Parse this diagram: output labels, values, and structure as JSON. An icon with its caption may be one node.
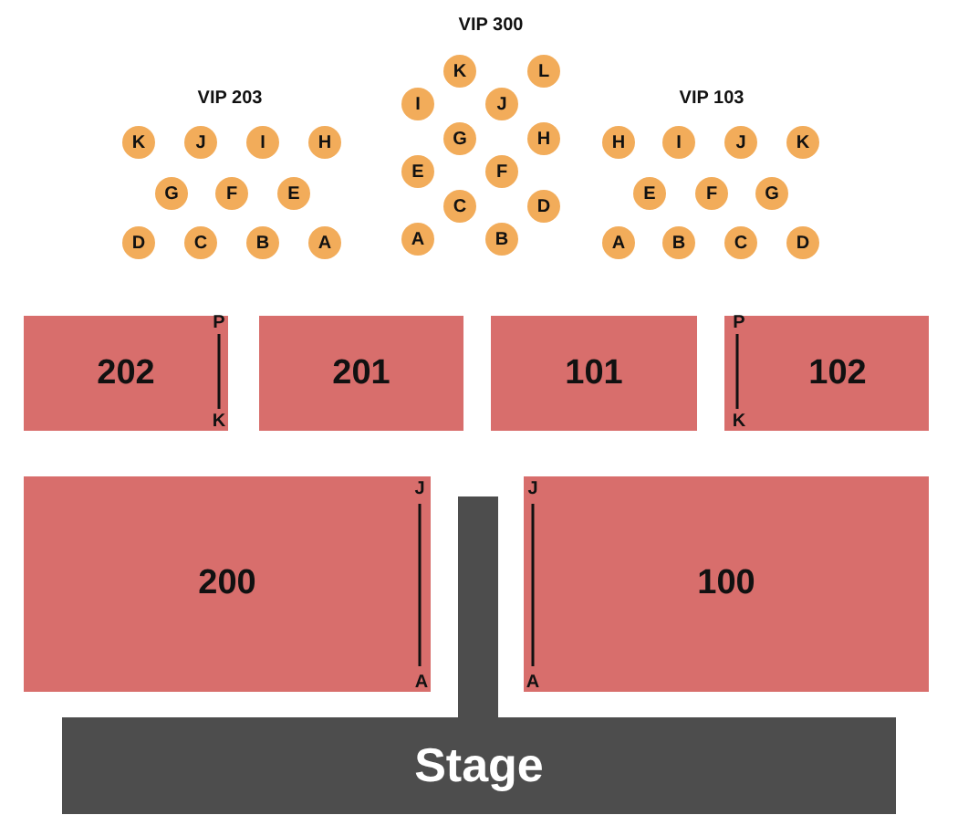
{
  "diagram": {
    "nodes": [
      {
        "text": [
          "K"
        ]
      },
      {
        "text": [
          "J"
        ]
      },
      {
        "text": [
          "I"
        ]
      },
      {
        "text": [
          "H"
        ]
      },
      {
        "text": [
          "G"
        ]
      },
      {
        "text": [
          "F"
        ]
      },
      {
        "text": [
          "E"
        ]
      },
      {
        "text": [
          "D"
        ]
      },
      {
        "text": [
          "C"
        ]
      },
      {
        "text": [
          "B"
        ]
      },
      {
        "text": [
          "A"
        ]
      },
      {
        "text": [
          "K"
        ]
      },
      {
        "text": [
          "L"
        ]
      },
      {
        "text": [
          "I"
        ]
      },
      {
        "text": [
          "J"
        ]
      },
      {
        "text": [
          "G"
        ]
      },
      {
        "text": [
          "H"
        ]
      },
      {
        "text": [
          "E"
        ]
      },
      {
        "text": [
          "F"
        ]
      },
      {
        "text": [
          "C"
        ]
      },
      {
        "text": [
          "D"
        ]
      },
      {
        "text": [
          "A"
        ]
      },
      {
        "text": [
          "B"
        ]
      },
      {
        "text": [
          "H"
        ]
      },
      {
        "text": [
          "I"
        ]
      },
      {
        "text": [
          "J"
        ]
      },
      {
        "text": [
          "K"
        ]
      },
      {
        "text": [
          "E"
        ]
      },
      {
        "text": [
          "F"
        ]
      },
      {
        "text": [
          "G"
        ]
      },
      {
        "text": [
          "A"
        ]
      },
      {
        "text": [
          "B"
        ]
      },
      {
        "text": [
          "C"
        ]
      },
      {
        "text": [
          "D"
        ]
      },
      {
        "text": [
          "202"
        ]
      },
      {
        "text": [
          "201"
        ]
      },
      {
        "text": [
          "101"
        ]
      },
      {
        "text": [
          "102"
        ]
      },
      {
        "text": [
          "200"
        ]
      },
      {
        "text": [],
        "shape": "bar"
      },
      {
        "text": [
          "100"
        ]
      },
      {
        "text": [
          "Stage"
        ]
      }
    ],
    "edges": [],
    "labels": [
      "VIP 300",
      "VIP 203",
      "VIP 103",
      "P",
      "K",
      "P",
      "K",
      "J",
      "A",
      "J",
      "A"
    ]
  }
}
